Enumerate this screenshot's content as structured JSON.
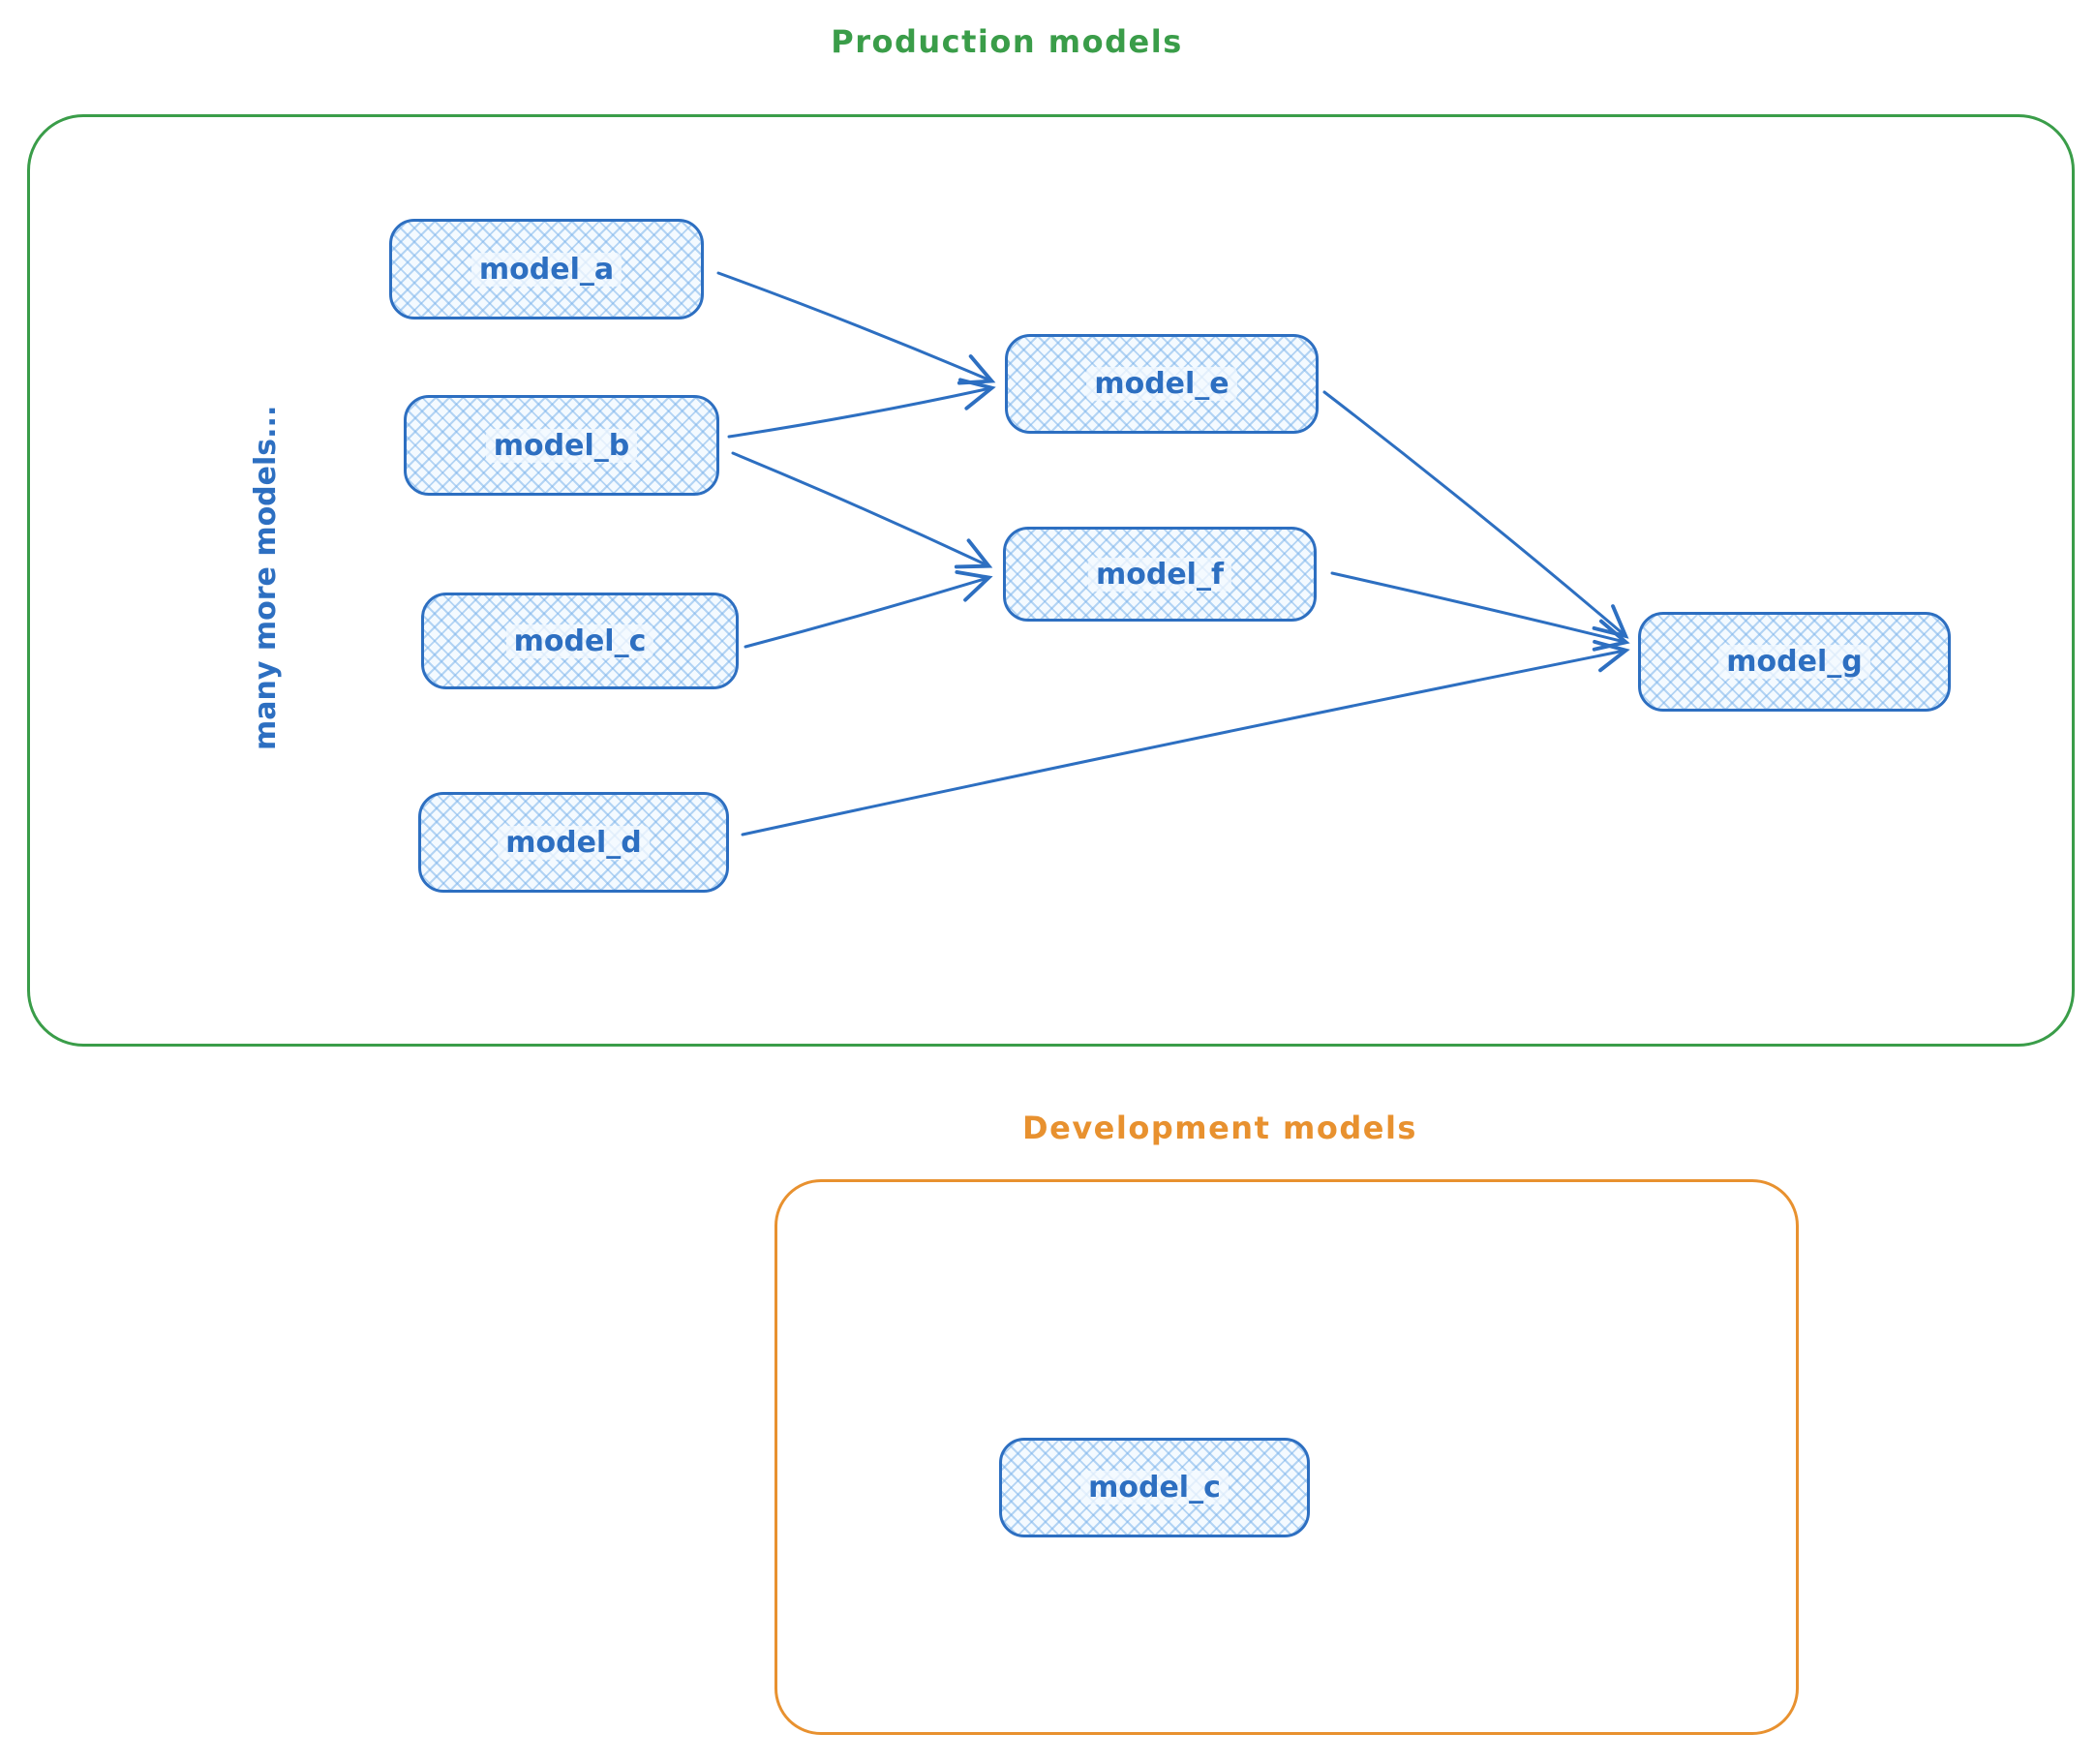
{
  "diagram": {
    "production": {
      "title": "Production models",
      "side_label": "many more models...",
      "accent_color": "#3a9d49",
      "nodes": {
        "a": {
          "label": "model_a"
        },
        "b": {
          "label": "model_b"
        },
        "c": {
          "label": "model_c"
        },
        "d": {
          "label": "model_d"
        },
        "e": {
          "label": "model_e"
        },
        "f": {
          "label": "model_f"
        },
        "g": {
          "label": "model_g"
        }
      },
      "edges": [
        {
          "from": "model_a",
          "to": "model_e"
        },
        {
          "from": "model_b",
          "to": "model_e"
        },
        {
          "from": "model_b",
          "to": "model_f"
        },
        {
          "from": "model_c",
          "to": "model_f"
        },
        {
          "from": "model_e",
          "to": "model_g"
        },
        {
          "from": "model_f",
          "to": "model_g"
        },
        {
          "from": "model_d",
          "to": "model_g"
        }
      ]
    },
    "development": {
      "title": "Development models",
      "accent_color": "#e8912f",
      "nodes": {
        "c": {
          "label": "model_c"
        }
      },
      "edges": []
    },
    "node_style": {
      "stroke_color": "#2d6fc1",
      "fill_color": "#f4faff",
      "hatch_color": "#7db4eb",
      "fill_style": "cross-hatch"
    }
  }
}
